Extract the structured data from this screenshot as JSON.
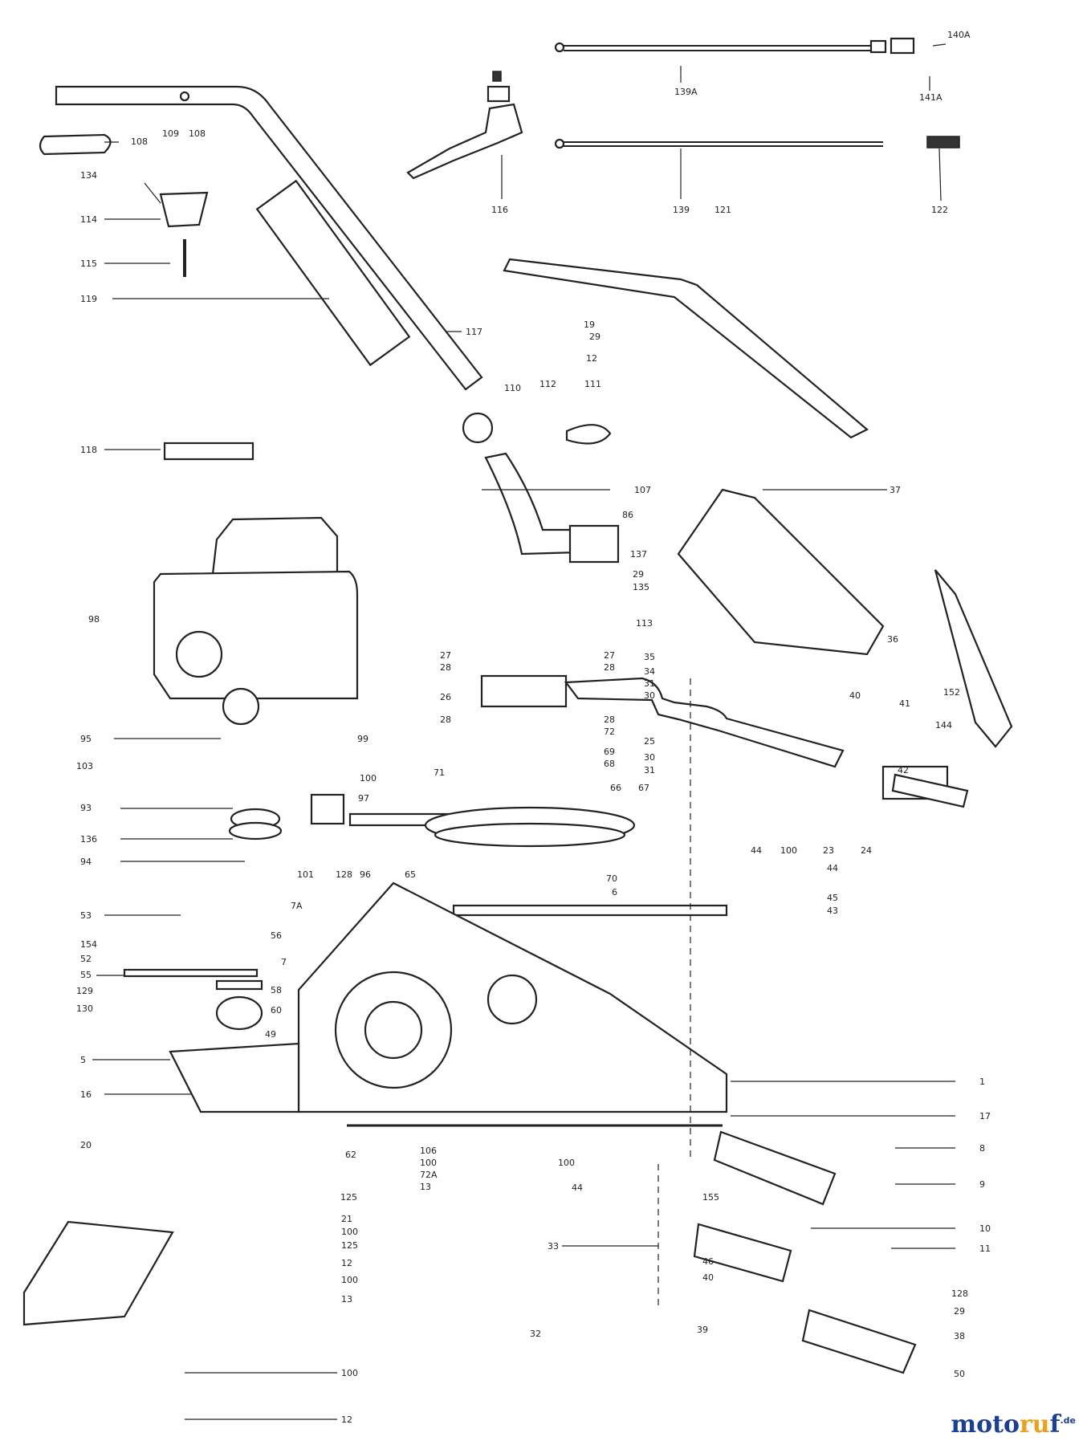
{
  "callouts": [
    {
      "label": "140A"
    },
    {
      "label": "139A"
    },
    {
      "label": "141A"
    },
    {
      "label": "108"
    },
    {
      "label": "109"
    },
    {
      "label": "108"
    },
    {
      "label": "134"
    },
    {
      "label": "114"
    },
    {
      "label": "115"
    },
    {
      "label": "119"
    },
    {
      "label": "117"
    },
    {
      "label": "116"
    },
    {
      "label": "139"
    },
    {
      "label": "121"
    },
    {
      "label": "122"
    },
    {
      "label": "19"
    },
    {
      "label": "29"
    },
    {
      "label": "12"
    },
    {
      "label": "110"
    },
    {
      "label": "112"
    },
    {
      "label": "111"
    },
    {
      "label": "118"
    },
    {
      "label": "107"
    },
    {
      "label": "37"
    },
    {
      "label": "86"
    },
    {
      "label": "137"
    },
    {
      "label": "29"
    },
    {
      "label": "135"
    },
    {
      "label": "113"
    },
    {
      "label": "36"
    },
    {
      "label": "98"
    },
    {
      "label": "27"
    },
    {
      "label": "28"
    },
    {
      "label": "27"
    },
    {
      "label": "28"
    },
    {
      "label": "35"
    },
    {
      "label": "34"
    },
    {
      "label": "31"
    },
    {
      "label": "30"
    },
    {
      "label": "26"
    },
    {
      "label": "28"
    },
    {
      "label": "28"
    },
    {
      "label": "40"
    },
    {
      "label": "152"
    },
    {
      "label": "41"
    },
    {
      "label": "144"
    },
    {
      "label": "25"
    },
    {
      "label": "30"
    },
    {
      "label": "31"
    },
    {
      "label": "72"
    },
    {
      "label": "69"
    },
    {
      "label": "68"
    },
    {
      "label": "42"
    },
    {
      "label": "99"
    },
    {
      "label": "95"
    },
    {
      "label": "100"
    },
    {
      "label": "71"
    },
    {
      "label": "66"
    },
    {
      "label": "67"
    },
    {
      "label": "103"
    },
    {
      "label": "97"
    },
    {
      "label": "93"
    },
    {
      "label": "136"
    },
    {
      "label": "94"
    },
    {
      "label": "101"
    },
    {
      "label": "128"
    },
    {
      "label": "96"
    },
    {
      "label": "65"
    },
    {
      "label": "44"
    },
    {
      "label": "100"
    },
    {
      "label": "23"
    },
    {
      "label": "24"
    },
    {
      "label": "44"
    },
    {
      "label": "70"
    },
    {
      "label": "6"
    },
    {
      "label": "45"
    },
    {
      "label": "43"
    },
    {
      "label": "53"
    },
    {
      "label": "7A"
    },
    {
      "label": "154"
    },
    {
      "label": "52"
    },
    {
      "label": "55"
    },
    {
      "label": "129"
    },
    {
      "label": "130"
    },
    {
      "label": "56"
    },
    {
      "label": "7"
    },
    {
      "label": "58"
    },
    {
      "label": "60"
    },
    {
      "label": "49"
    },
    {
      "label": "5"
    },
    {
      "label": "16"
    },
    {
      "label": "1"
    },
    {
      "label": "17"
    },
    {
      "label": "20"
    },
    {
      "label": "62"
    },
    {
      "label": "106"
    },
    {
      "label": "100"
    },
    {
      "label": "72A"
    },
    {
      "label": "100"
    },
    {
      "label": "13"
    },
    {
      "label": "44"
    },
    {
      "label": "8"
    },
    {
      "label": "9"
    },
    {
      "label": "125"
    },
    {
      "label": "155"
    },
    {
      "label": "10"
    },
    {
      "label": "21"
    },
    {
      "label": "100"
    },
    {
      "label": "125"
    },
    {
      "label": "12"
    },
    {
      "label": "100"
    },
    {
      "label": "33"
    },
    {
      "label": "11"
    },
    {
      "label": "46"
    },
    {
      "label": "40"
    },
    {
      "label": "13"
    },
    {
      "label": "100"
    },
    {
      "label": "12"
    },
    {
      "label": "32"
    },
    {
      "label": "39"
    },
    {
      "label": "128"
    },
    {
      "label": "29"
    },
    {
      "label": "38"
    },
    {
      "label": "50"
    }
  ],
  "brand": {
    "part1": "moto",
    "part2": "ru",
    "part3": "f",
    "suffix": ".de"
  }
}
